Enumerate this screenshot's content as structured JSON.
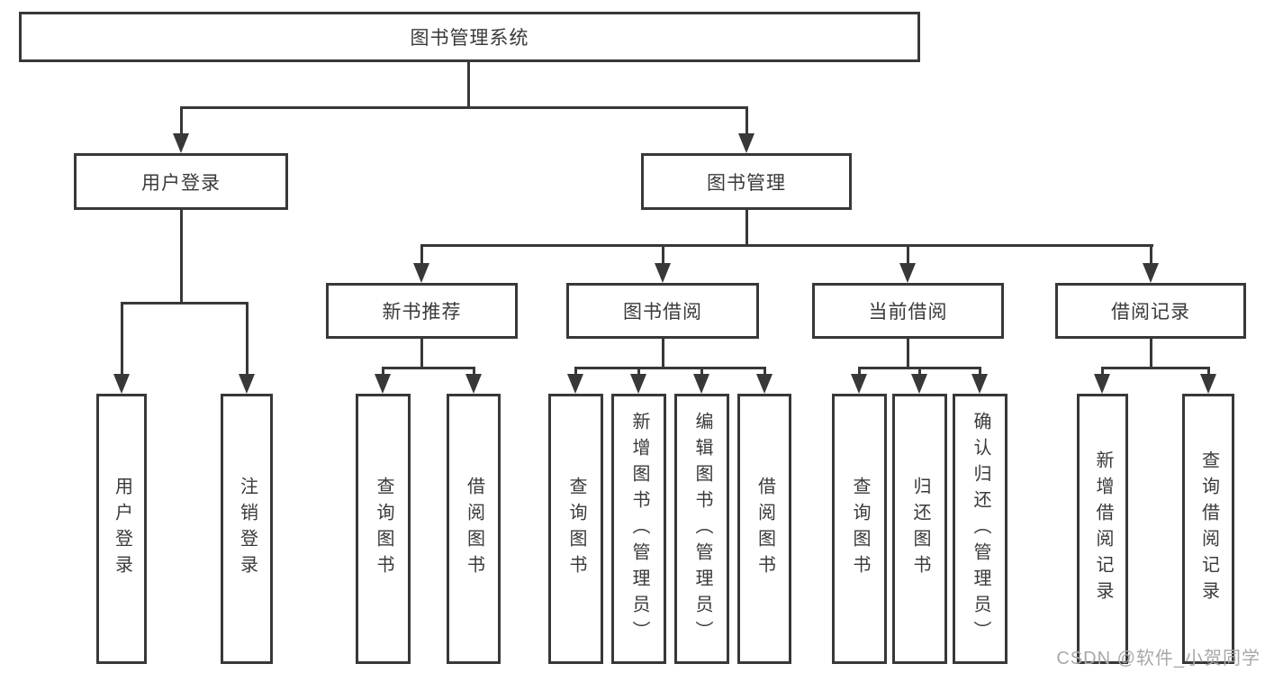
{
  "diagram_title": "图书管理系统",
  "nodes": {
    "root": "图书管理系统",
    "user_login": "用户登录",
    "book_mgmt": "图书管理",
    "new_book": "新书推荐",
    "book_borrow": "图书借阅",
    "current_borrow": "当前借阅",
    "borrow_record": "借阅记录",
    "leaf_user_login": "用户登录",
    "leaf_logout": "注销登录",
    "leaf_nb_query": "查询图书",
    "leaf_nb_borrow": "借阅图书",
    "leaf_bb_query": "查询图书",
    "leaf_bb_add": "新增图书（管理员）",
    "leaf_bb_edit": "编辑图书（管理员）",
    "leaf_bb_borrow": "借阅图书",
    "leaf_cb_query": "查询图书",
    "leaf_cb_return": "归还图书",
    "leaf_cb_confirm": "确认归还（管理员）",
    "leaf_br_add": "新增借阅记录",
    "leaf_br_query": "查询借阅记录"
  },
  "watermark": "CSDN @软件_小贺同学",
  "colors": {
    "line": "#383838",
    "text": "#3a3a3a",
    "watermark": "#a8a8a8",
    "background": "#ffffff"
  }
}
